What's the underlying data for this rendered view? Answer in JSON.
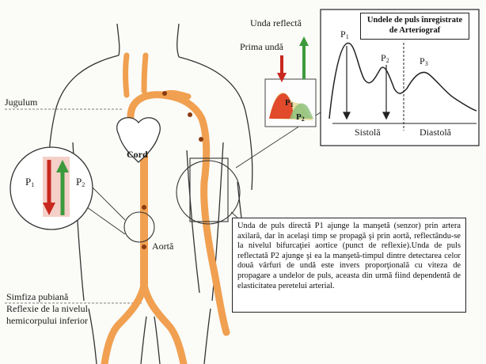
{
  "labels": {
    "jugulum": "Jugulum",
    "cord": "Cord",
    "aorta": "Aortă",
    "simfiza": "Simfiza pubiană",
    "reflexie_line1": "Reflexie de la nivelul",
    "reflexie_line2": "hemicorpului inferior",
    "unda_reflecta": "Unda reflectă",
    "prima_unda": "Prima undă",
    "p1_main": "P",
    "p2_main": "P",
    "p1_sub": "1",
    "p2_sub": "2",
    "p1_small": "P",
    "p2_small": "P",
    "p1_small_sub": "1",
    "p2_small_sub": "2"
  },
  "graph": {
    "title_line1": "Undele de puls înregistrate",
    "title_line2": "de Arteriograf",
    "peak1": "P",
    "peak1_sub": "1",
    "peak2": "P",
    "peak2_sub": "2",
    "peak3": "P",
    "peak3_sub": "3",
    "sistola": "Sistolă",
    "diastola": "Diastolă"
  },
  "caption": "Unda de puls directă P1 ajunge la manşetă (senzor) prin artera axilară, dar în acelaşi timp se propagă şi prin aortă, reflectându-se la nivelul bifurcaţiei aortice (punct de reflexie).Unda de puls reflectată P2 ajunge şi ea la manşetă-timpul dintre detectarea celor două vârfuri de undă este invers proporţională cu viteza de propagare a undelor de puls, aceasta din urmă fiind dependentă de elasticitatea peretelui arterial.",
  "colors": {
    "artery": "#f0a050",
    "artery_dark": "#d97a2a",
    "outline": "#333333",
    "arrow_red": "#c8281e",
    "arrow_green": "#3c9a3c"
  }
}
